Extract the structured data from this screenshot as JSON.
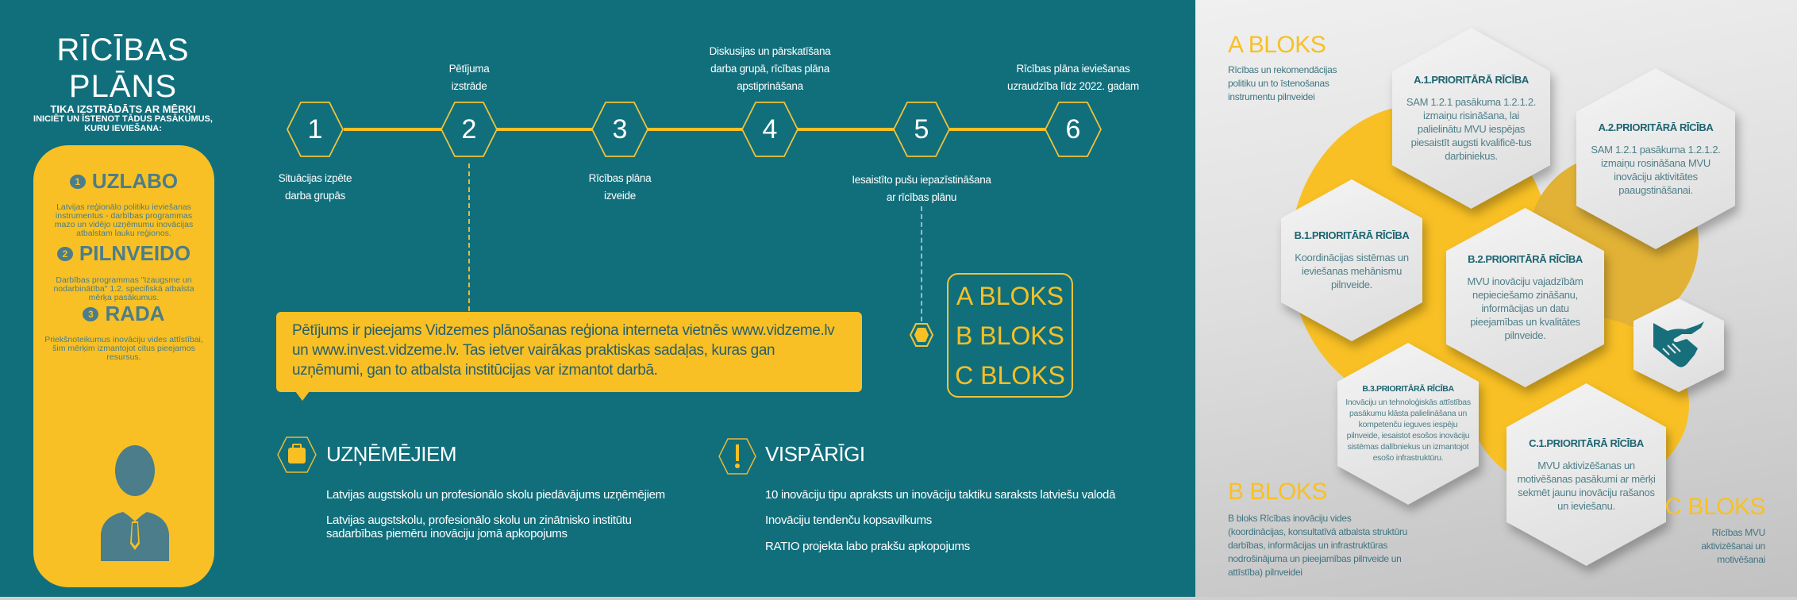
{
  "left": {
    "title_line1": "RĪCĪBAS",
    "title_line2": "PLĀNS",
    "subtitle_line1": "TIKA IZSTRĀDĀTS AR MĒRĶI",
    "subtitle_line2": "INICIĒT UN ĪSTENOT TĀDUS PASĀKUMUS,",
    "subtitle_line3": "KURU IEVIEŠANA:",
    "sections": [
      {
        "num": "1",
        "title": "UZLABO",
        "text": "Latvijas reģionālo politiku ieviešanas instrumentus - darbības programmas mazo un vidējo uzņēmumu inovācijas atbalstam lauku reģionos."
      },
      {
        "num": "2",
        "title": "PILNVEIDO",
        "text": "Darbības programmas \"Izaugsme un nodarbinātība\" 1.2. specifiskā atbalsta mērķa pasākumus."
      },
      {
        "num": "3",
        "title": "RADA",
        "text": "Priekšnoteikumus inovāciju vides attīstībai, šim mērķim izmantojot citus pieejamos resursus."
      }
    ]
  },
  "timeline": {
    "steps": [
      {
        "num": "1",
        "label_line1": "Situācijas izpēte",
        "label_line2": "darba grupās"
      },
      {
        "num": "2",
        "label_line1": "Pētījuma",
        "label_line2": "izstrāde"
      },
      {
        "num": "3",
        "label_line1": "Rīcības plāna",
        "label_line2": "izveide"
      },
      {
        "num": "4",
        "label_line1": "Diskusijas un pārskatīšana",
        "label_line2": "darba grupā, rīcības plāna",
        "label_line3": "apstiprināšana"
      },
      {
        "num": "5",
        "label_line1": "Iesaistīto pušu iepazīstināšana",
        "label_line2": "ar rīcības plānu"
      },
      {
        "num": "6",
        "label_line1": "Rīcības plāna ieviešanas",
        "label_line2": "uzraudzība līdz 2022. gadam"
      }
    ]
  },
  "callout": {
    "line1": "Pētījums ir pieejams Vidzemes plānošanas reģiona interneta vietnēs www.vidzeme.lv",
    "line2": "un www.invest.vidzeme.lv. Tas ietver vairākas praktiskas sadaļas, kuras gan",
    "line3": "uzņēmumi, gan to atbalsta institūcijas var izmantot darbā."
  },
  "blocks_box": [
    "A BLOKS",
    "B BLOKS",
    "C BLOKS"
  ],
  "business": {
    "title": "UZŅĒMĒJIEM",
    "items": [
      "Latvijas augstskolu un profesionālo skolu piedāvājums uzņēmējiem",
      "Latvijas augstskolu, profesionālo skolu un zinātnisko institūtu",
      "sadarbības piemēru inovāciju jomā apkopojums"
    ]
  },
  "general": {
    "title": "VISPĀRĪGI",
    "items": [
      "10 inovāciju tipu apraksts un inovāciju taktiku saraksts latviešu valodā",
      "Inovāciju tendenču kopsavilkums",
      "RATIO projekta labo prakšu apkopojums"
    ]
  },
  "right": {
    "a": {
      "title": "A BLOKS",
      "desc": [
        "Rīcības un rekomendācijas",
        "politiku un to īstenošanas",
        "instrumentu pilnveidei"
      ]
    },
    "b": {
      "title": "B BLOKS",
      "desc": [
        "B bloks Rīcības inovāciju vides",
        "(koordinācijas, konsultatīvā atbalsta struktūru",
        "darbības, informācijas un infrastruktūras",
        "nodrošinājuma un pieejamības pilnveide un",
        "attīstība) pilnveidei"
      ]
    },
    "c": {
      "title": "C BLOKS",
      "desc": [
        "Rīcības MVU",
        "aktivizēšanai un",
        "motivēšanai"
      ]
    },
    "hexes": [
      {
        "title": "A.1.PRIORITĀRĀ RĪCĪBA",
        "text": "SAM 1.2.1 pasākuma 1.2.1.2. izmaiņu risināšana, lai palielinātu MVU iespējas piesaistīt augsti kvalificē-tus darbiniekus."
      },
      {
        "title": "A.2.PRIORITĀRĀ RĪCĪBA",
        "text": "SAM 1.2.1 pasākuma 1.2.1.2. izmaiņu rosināšana MVU inovāciju aktivitātes paaugstināšanai."
      },
      {
        "title": "B.1.PRIORITĀRĀ RĪCĪBA",
        "text": "Koordinācijas sistēmas un ieviešanas mehānismu pilnveide."
      },
      {
        "title": "B.2.PRIORITĀRĀ RĪCĪBA",
        "text": "MVU inovāciju vajadzībām nepieciešamo zināšanu, informācijas un datu pieejamības un kvalitātes pilnveide."
      },
      {
        "title": "B.3.PRIORITĀRĀ RĪCĪBA",
        "text": "Inovāciju un tehnoloģiskās attīstības pasākumu klāsta palielināšana un kompetenču ieguves iespēju pilnveide, iesaistot esošos inovāciju sistēmas dalībniekus un izmantojot esošo infrastruktūru."
      },
      {
        "title": "C.1.PRIORITĀRĀ RĪCĪBA",
        "text": "MVU aktivizēšanas un motivēšanas pasākumi ar mērķi sekmēt jaunu inovāciju rašanos un ieviešanu."
      }
    ]
  },
  "colors": {
    "teal": "#116f7c",
    "yellow": "#f8c024",
    "text_teal": "#4b7d8a"
  }
}
